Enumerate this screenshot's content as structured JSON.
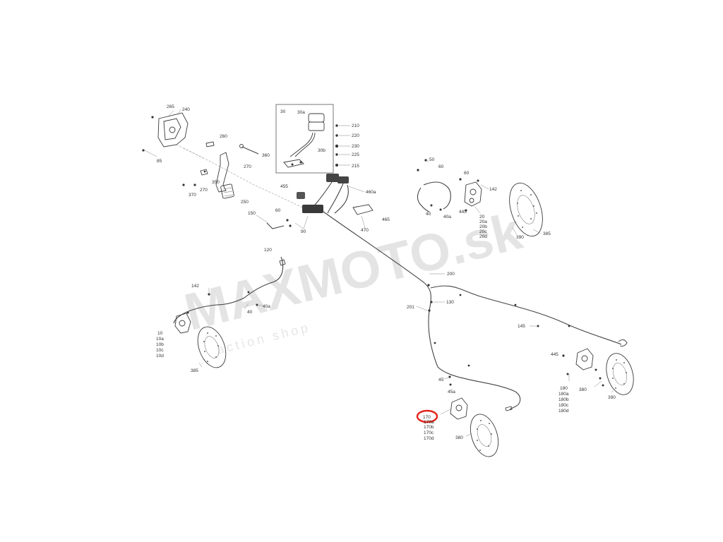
{
  "watermark": {
    "brand": "MAXMOTO.sk",
    "tagline": "action shop"
  },
  "highlight": {
    "color": "#e2231a",
    "target": "170"
  },
  "callouts": {
    "c265": "265",
    "c240": "240",
    "c85": "85",
    "c260": "260",
    "c360": "360",
    "c270a": "270",
    "c350": "350",
    "c270b": "270",
    "c370": "370",
    "c250": "250",
    "c30": "30",
    "c30a": "30a",
    "c30b": "30b",
    "c210": "210",
    "c220": "220",
    "c230": "230",
    "c225": "225",
    "c215": "215",
    "c455": "455",
    "c460a": "460a",
    "c465": "465",
    "c470": "470",
    "c150": "150",
    "c60a": "60",
    "c90": "90",
    "c50": "50",
    "c60b": "60",
    "c60c": "60",
    "c142a": "142",
    "c40a": "40",
    "c40a2": "40a",
    "c445a": "445",
    "c20": "20",
    "c20a": "20a",
    "c20b": "20b",
    "c20c": "20c",
    "c20d": "20d",
    "c390a": "390",
    "c385a": "385",
    "c120": "120",
    "c142b": "142",
    "c40a3": "40a",
    "c40b": "40",
    "c10": "10",
    "c10a": "10a",
    "c10b": "10b",
    "c10c": "10c",
    "c10d": "10d",
    "c385b": "385",
    "c200": "200",
    "c130": "130",
    "c201": "201",
    "c145": "145",
    "c445b": "445",
    "c180": "180",
    "c180a": "180a",
    "c180b": "180b",
    "c180c": "180c",
    "c180d": "180d",
    "c380a": "380",
    "c390b": "390",
    "c45": "45",
    "c45a": "45a",
    "c170": "170",
    "c170a": "170a",
    "c170b": "170b",
    "c170c": "170c",
    "c170d": "170d",
    "c380b": "380"
  }
}
